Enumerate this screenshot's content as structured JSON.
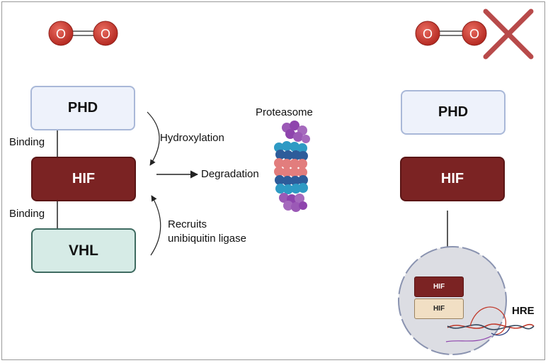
{
  "oxygen": {
    "atom_left": "O",
    "atom_right": "O",
    "atom_left_2": "O",
    "atom_right_2": "O"
  },
  "left": {
    "phd": "PHD",
    "hif": "HIF",
    "vhl": "VHL",
    "binding_top": "Binding",
    "binding_bottom": "Binding",
    "hydroxylation": "Hydroxylation",
    "degradation": "Degradation",
    "recruits_line1": "Recruits",
    "recruits_line2": "unibiquitin ligase"
  },
  "proteasome": {
    "label": "Proteasome"
  },
  "right": {
    "phd": "PHD",
    "hif": "HIF",
    "nucleus_hif_top": "HIF",
    "nucleus_hif_bottom": "HIF",
    "hre": "HRE"
  },
  "colors": {
    "oxygen": "#c9382e",
    "hif": "#7b2323",
    "phd_fill": "#eef2fb",
    "vhl_fill": "#d6ebe6",
    "cross": "#b84a4a",
    "nucleus": "#dcdde3"
  }
}
